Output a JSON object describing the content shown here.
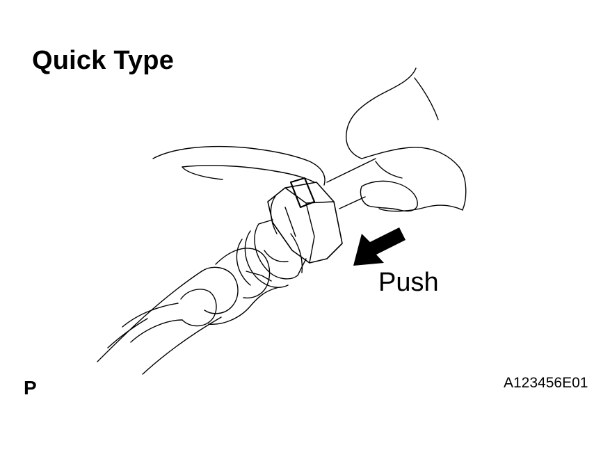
{
  "title": "Quick Type",
  "action_label": "Push",
  "corner_letter": "P",
  "figure_code": "A123456E01",
  "icons": [
    "push-direction-arrow-icon"
  ],
  "colors": {
    "background": "#ffffff",
    "ink": "#000000"
  }
}
